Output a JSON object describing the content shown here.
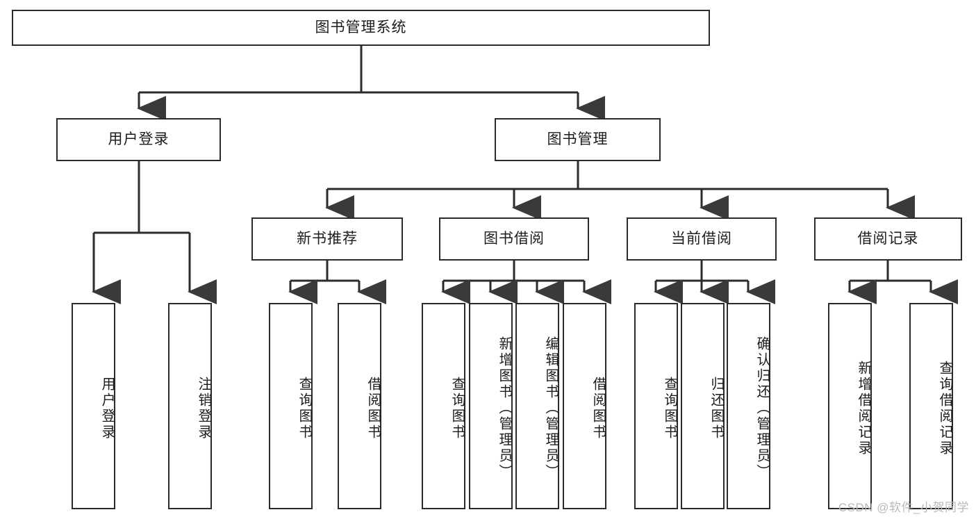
{
  "diagram": {
    "type": "tree",
    "title": "图书管理系统",
    "watermark": "CSDN @软件_小贺同学",
    "colors": {
      "stroke": "#2b2b2b",
      "fill": "#ffffff",
      "text": "#1d1d1d",
      "watermark": "#b9b9b9"
    },
    "nodes": {
      "root": "图书管理系统",
      "l1": {
        "user_login": "用户登录",
        "book_manage": "图书管理"
      },
      "l2": {
        "new_book_rec": "新书推荐",
        "book_borrow": "图书借阅",
        "current_borrow": "当前借阅",
        "borrow_record": "借阅记录"
      },
      "leaves": {
        "user_login_1": "用户登录",
        "user_login_2": "注销登录",
        "new_book_rec_1": "查询图书",
        "new_book_rec_2": "借阅图书",
        "book_borrow_1": "查询图书",
        "book_borrow_2": "新增图书（管理员）",
        "book_borrow_3": "编辑图书（管理员）",
        "book_borrow_4": "借阅图书",
        "current_borrow_1": "查询图书",
        "current_borrow_2": "归还图书",
        "current_borrow_3": "确认归还（管理员）",
        "borrow_record_1": "新增借阅记录",
        "borrow_record_2": "查询借阅记录"
      }
    }
  }
}
